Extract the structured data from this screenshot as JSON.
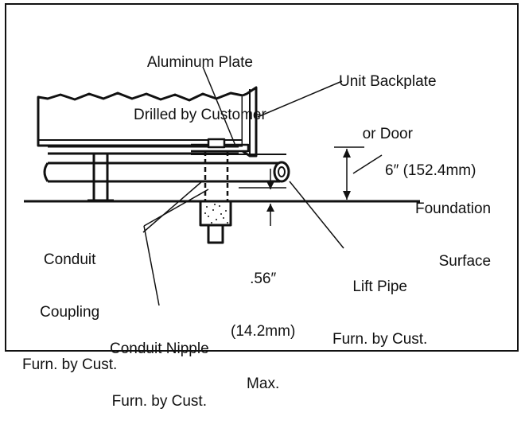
{
  "labels": {
    "aluminum_plate": [
      "Aluminum Plate",
      "Drilled by Customer"
    ],
    "unit_backplate": [
      "Unit Backplate",
      "or Door"
    ],
    "height_dimension": [
      "6″ (152.4mm)"
    ],
    "foundation": [
      "Foundation",
      "Surface"
    ],
    "conduit_coupling": [
      "Conduit",
      "Coupling",
      "Furn. by Cust."
    ],
    "gap_dimension": [
      ".56″",
      "(14.2mm)",
      "Max."
    ],
    "lift_pipe": [
      "Lift Pipe",
      "Furn. by Cust."
    ],
    "conduit_nipple": [
      "Conduit Nipple",
      "Furn. by Cust."
    ]
  },
  "colors": {
    "ink": "#111111",
    "background": "#ffffff"
  }
}
